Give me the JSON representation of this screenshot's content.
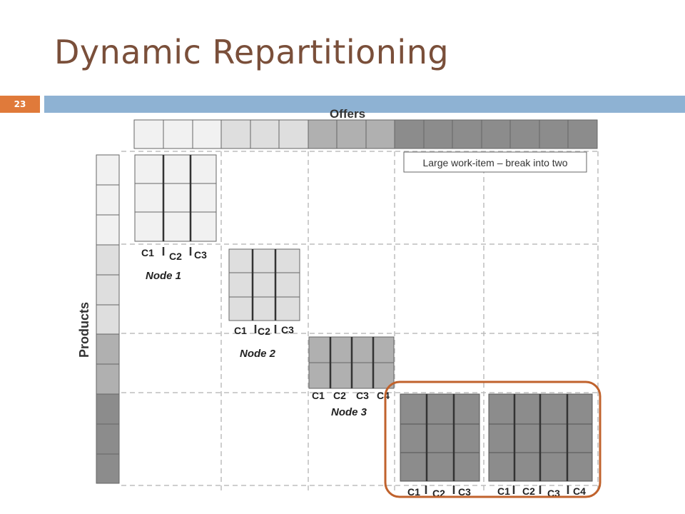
{
  "slide": {
    "title": "Dynamic Repartitioning",
    "page_number": "23"
  },
  "diagram": {
    "axis_offers": "Offers",
    "axis_products": "Products",
    "callout": "Large work-item – break into two",
    "nodes": [
      {
        "name": "Node 1",
        "cores": [
          "C1",
          "C2",
          "C3"
        ]
      },
      {
        "name": "Node 2",
        "cores": [
          "C1",
          "C2",
          "C3"
        ]
      },
      {
        "name": "Node 3",
        "cores": [
          "C1",
          "C2",
          "C3",
          "C4"
        ]
      }
    ],
    "split_groups": [
      {
        "cores": [
          "C1",
          "C2",
          "C3"
        ]
      },
      {
        "cores": [
          "C1",
          "C2",
          "C3",
          "C4"
        ]
      }
    ],
    "colors": {
      "light": "#f1f1f1",
      "mid_light": "#dedede",
      "mid": "#b0b0b0",
      "dark": "#8c8c8c",
      "highlight": "#c0622c"
    }
  }
}
